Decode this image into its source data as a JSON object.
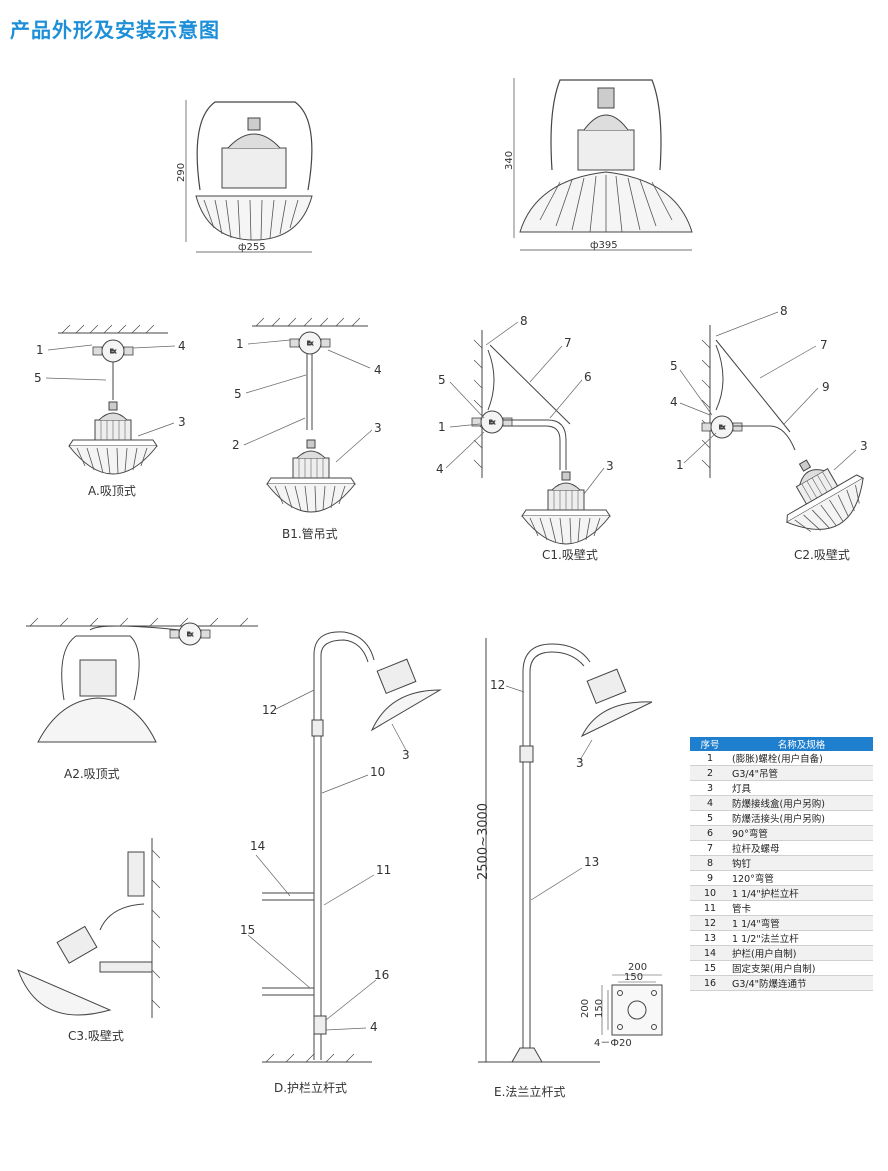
{
  "title": "产品外形及安装示意图",
  "dimensions": {
    "small_height": "290",
    "small_diameter": "ф255",
    "large_height": "340",
    "large_diameter": "ф395",
    "pole_height": "2500~3000",
    "base_outer": "200",
    "base_inner": "150",
    "base_side_outer": "200",
    "base_side_inner": "150",
    "base_holes": "4－Ф20"
  },
  "captions": {
    "a": "A.吸顶式",
    "b1": "B1.管吊式",
    "c1": "C1.吸壁式",
    "c2": "C2.吸壁式",
    "a2": "A2.吸顶式",
    "c3": "C3.吸壁式",
    "d": "D.护栏立杆式",
    "e": "E.法兰立杆式"
  },
  "callouts": {
    "a": [
      "1",
      "4",
      "5",
      "3"
    ],
    "b1": [
      "1",
      "4",
      "5",
      "2",
      "3"
    ],
    "c1": [
      "8",
      "7",
      "5",
      "6",
      "1",
      "4",
      "3"
    ],
    "c2": [
      "8",
      "5",
      "7",
      "4",
      "9",
      "1",
      "3"
    ],
    "d": [
      "12",
      "3",
      "10",
      "14",
      "11",
      "15",
      "16",
      "4"
    ],
    "e": [
      "12",
      "3",
      "13"
    ]
  },
  "table": {
    "headers": [
      "序号",
      "名称及规格"
    ],
    "rows": [
      [
        "1",
        "(膨胀)螺栓(用户自备)"
      ],
      [
        "2",
        "G3/4\"吊管"
      ],
      [
        "3",
        "灯具"
      ],
      [
        "4",
        "防爆接线盒(用户另购)"
      ],
      [
        "5",
        "防爆活接头(用户另购)"
      ],
      [
        "6",
        "90°弯管"
      ],
      [
        "7",
        "拉杆及螺母"
      ],
      [
        "8",
        "钩钉"
      ],
      [
        "9",
        "120°弯管"
      ],
      [
        "10",
        "1 1/4\"护栏立杆"
      ],
      [
        "11",
        "管卡"
      ],
      [
        "12",
        "1 1/4\"弯管"
      ],
      [
        "13",
        "1 1/2\"法兰立杆"
      ],
      [
        "14",
        "护栏(用户自制)"
      ],
      [
        "15",
        "固定支架(用户自制)"
      ],
      [
        "16",
        "G3/4\"防爆连通节"
      ]
    ]
  },
  "colors": {
    "title": "#1d8fd8",
    "table_header": "#1e7fce",
    "line": "#444444"
  }
}
